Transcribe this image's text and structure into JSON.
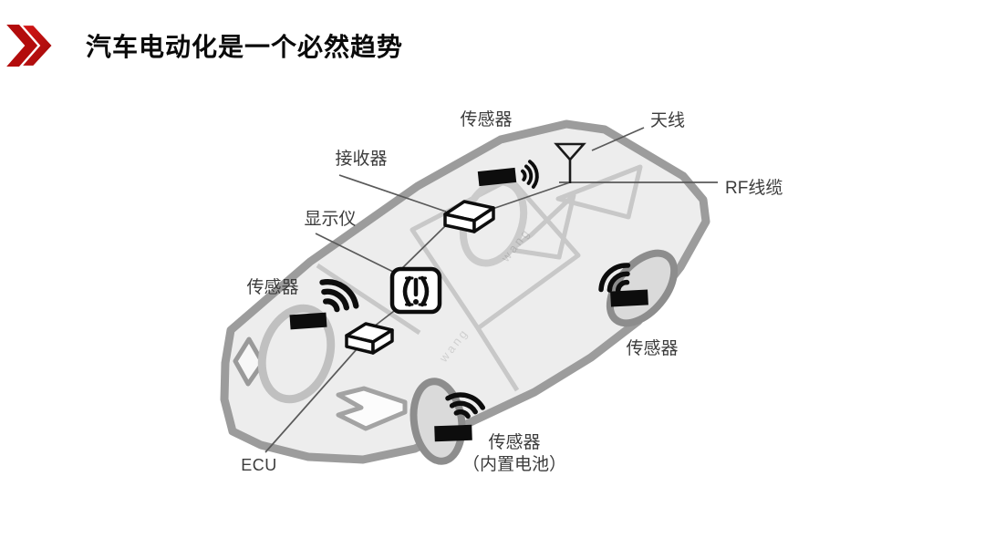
{
  "slide": {
    "title": "汽车电动化是一个必然趋势",
    "accent_color": "#c50d0d",
    "background_color": "#ffffff"
  },
  "diagram": {
    "type": "tpms-car-schematic",
    "labels": {
      "sensor_top": "传感器",
      "antenna": "天线",
      "receiver": "接收器",
      "rf_cable": "RF线缆",
      "display": "显示仪",
      "sensor_left": "传感器",
      "sensor_right": "传感器",
      "ecu": "ECU",
      "sensor_bottom_line1": "传感器",
      "sensor_bottom_line2": "（内置电池）"
    },
    "watermark": "wang",
    "colors": {
      "car_outline": "#9c9c9c",
      "car_fill": "#ededed",
      "window_line": "#c8c8c8",
      "component": "#0d0d0d",
      "wire": "#5a5a5a"
    }
  }
}
